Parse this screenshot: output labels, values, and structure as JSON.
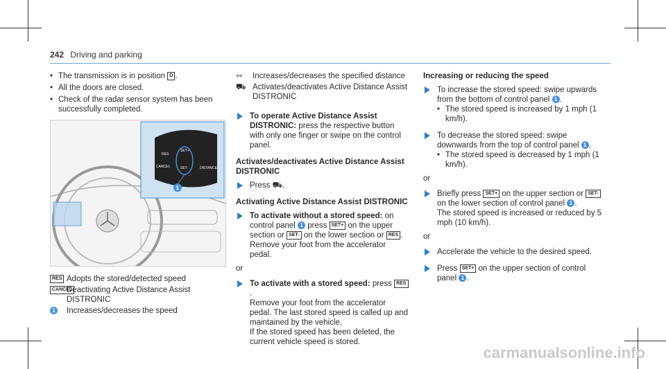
{
  "header": {
    "page": "242",
    "section": "Driving and parking"
  },
  "col1": {
    "bullets": [
      "The transmission is in position",
      "All the doors are closed.",
      "Check of the radar sensor system has been successfully completed."
    ],
    "gear_label": "D",
    "figure": {
      "buttons": [
        "RES",
        "SET+",
        "SET-",
        "CANCEL",
        "DISTANCE"
      ],
      "callout": "1"
    },
    "legend": [
      {
        "sym": "RES",
        "text": "Adopts the stored/detected speed"
      },
      {
        "sym": "CANCEL",
        "text": "Deactivating Active Distance Assist DISTRONIC"
      },
      {
        "sym": "1",
        "text": "Increases/decreases the speed"
      }
    ]
  },
  "col2": {
    "legend": [
      {
        "sym": "distance",
        "text": "Increases/decreases the specified distance"
      },
      {
        "sym": "ada",
        "text": "Activates/deactivates Active Distance Assist DISTRONIC"
      }
    ],
    "step1_title": "To operate Active Distance Assist DISTRONIC:",
    "step1_text": "press the respective button with only one finger or swipe on the control panel.",
    "h_activate": "Activates/deactivates Active Distance Assist DISTRONIC",
    "press_text": "Press",
    "h_activating": "Activating Active Distance Assist DISTRONIC",
    "step2_title": "To activate without a stored speed:",
    "step2_text_a": "on control panel",
    "step2_text_b": "press",
    "step2_text_c": "on the upper section or",
    "step2_text_d": "on the lower section or",
    "step2_text_e": ". Remove your foot from the accelerator pedal.",
    "or1": "or",
    "step3_title": "To activate with a stored speed:",
    "step3_text_a": "press",
    "step3_text_b": "Remove your foot from the accelerator pedal. The last stored speed is called up and maintained by the vehicle.",
    "step3_text_c": "If the stored speed has been deleted, the current vehicle speed is stored."
  },
  "col3": {
    "heading": "Increasing or reducing the speed",
    "s1_a": "To increase the stored speed: swipe upwards from the bottom of control panel",
    "s1_sub": "The stored speed is increased by 1 mph (1 km/h).",
    "s2_a": "To decrease the stored speed: swipe downwards from the top of control panel",
    "s2_sub": "The stored speed is decreased by 1 mph (1 km/h).",
    "or1": "or",
    "s3_a": "Briefly press",
    "s3_b": "on the upper section or",
    "s3_c": "on the lower section of control panel",
    "s3_d": "The stored speed is increased or reduced by 5 mph (10 km/h).",
    "or2": "or",
    "s4": "Accelerate the vehicle to the desired speed.",
    "s5_a": "Press",
    "s5_b": "on the upper section of control panel"
  },
  "keys": {
    "res": "RES",
    "cancel": "CANCEL",
    "set_plus": "SET+",
    "set_minus": "SET-"
  },
  "watermark": "carmanualsonline.info"
}
